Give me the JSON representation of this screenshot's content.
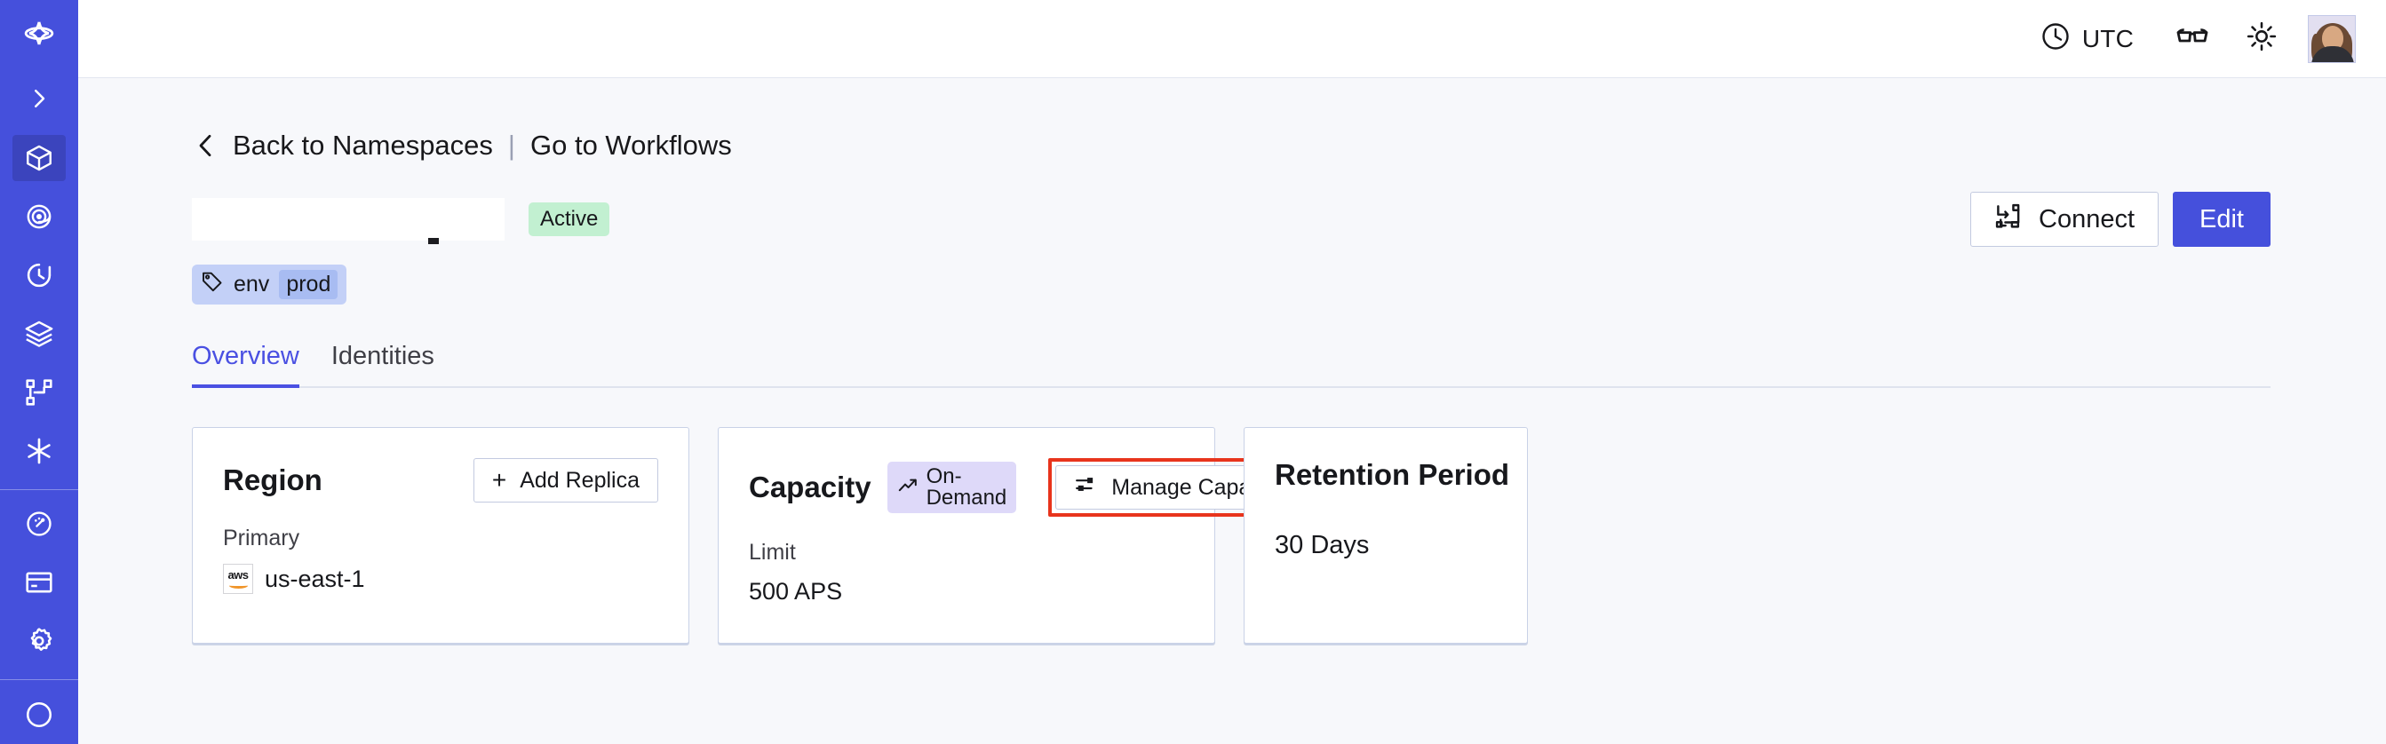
{
  "sidebar": {
    "logo_icon": "temporal-logo-icon",
    "expand_icon": "chevron-right-icon",
    "items": [
      {
        "name": "namespaces",
        "icon": "cube-icon",
        "active": true
      },
      {
        "name": "observability",
        "icon": "eye-spiral-icon",
        "active": false
      },
      {
        "name": "schedules",
        "icon": "clock-rotate-icon",
        "active": false
      },
      {
        "name": "batch-operations",
        "icon": "layers-icon",
        "active": false
      },
      {
        "name": "workflows",
        "icon": "workflow-graph-icon",
        "active": false
      },
      {
        "name": "nexus",
        "icon": "asterisk-icon",
        "active": false
      }
    ],
    "bottom_items": [
      {
        "name": "usage",
        "icon": "gauge-icon"
      },
      {
        "name": "billing",
        "icon": "credit-card-icon"
      },
      {
        "name": "settings",
        "icon": "gear-icon"
      }
    ]
  },
  "topbar": {
    "timezone_icon": "clock-icon",
    "timezone": "UTC",
    "glasses_icon": "glasses-icon",
    "theme_icon": "sun-icon",
    "avatar_icon": "avatar"
  },
  "breadcrumb": {
    "back_icon": "chevron-left-icon",
    "back_label": "Back to Namespaces",
    "separator": "|",
    "forward_label": "Go to Workflows"
  },
  "header": {
    "namespace_name": "",
    "status": "Active",
    "tag": {
      "icon": "tag-icon",
      "key": "env",
      "value": "prod"
    },
    "connect_button": {
      "icon": "connect-icon",
      "label": "Connect"
    },
    "edit_button": {
      "label": "Edit"
    }
  },
  "tabs": [
    {
      "label": "Overview",
      "active": true
    },
    {
      "label": "Identities",
      "active": false
    }
  ],
  "cards": {
    "region": {
      "title": "Region",
      "action": {
        "icon": "plus-icon",
        "label": "Add Replica"
      },
      "sub_label": "Primary",
      "provider_icon": "aws-logo-icon",
      "value": "us-east-1"
    },
    "capacity": {
      "title": "Capacity",
      "badge": {
        "icon": "trending-up-icon",
        "label": "On-Demand"
      },
      "action": {
        "icon": "sliders-icon",
        "label": "Manage Capacity",
        "highlighted": true
      },
      "sub_label": "Limit",
      "value": "500 APS"
    },
    "retention": {
      "title": "Retention Period",
      "value": "30 Days"
    }
  },
  "colors": {
    "brand": "#4550dc",
    "accent_tab": "#4a50e2",
    "status_active_bg": "#c2f0d1",
    "badge_ondemand_bg": "#ded9f9",
    "tag_bg": "#c3d0f7",
    "highlight_border": "#e8341c",
    "page_bg": "#f7f8fb"
  }
}
